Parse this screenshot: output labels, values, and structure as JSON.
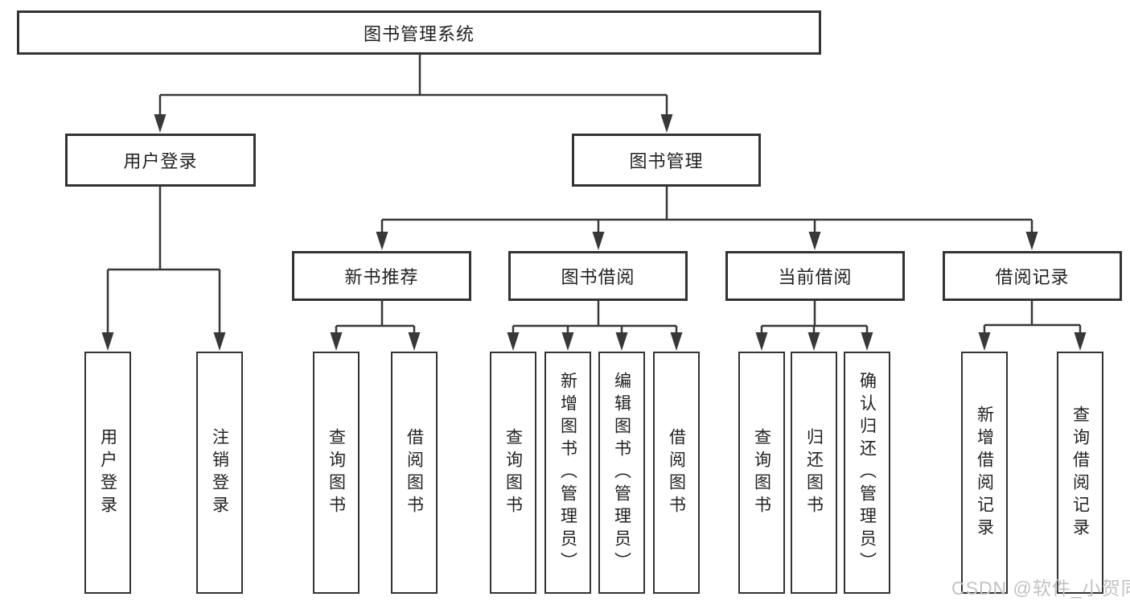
{
  "tree": {
    "root": {
      "label": "图书管理系统"
    },
    "branches": [
      {
        "label": "用户登录",
        "children": [
          {
            "label": "用户登录"
          },
          {
            "label": "注销登录"
          }
        ]
      },
      {
        "label": "图书管理",
        "children": [
          {
            "label": "新书推荐",
            "children": [
              {
                "label": "查询图书"
              },
              {
                "label": "借阅图书"
              }
            ]
          },
          {
            "label": "图书借阅",
            "children": [
              {
                "label": "查询图书"
              },
              {
                "label": "新增图书（管理员）"
              },
              {
                "label": "编辑图书（管理员）"
              },
              {
                "label": "借阅图书"
              }
            ]
          },
          {
            "label": "当前借阅",
            "children": [
              {
                "label": "查询图书"
              },
              {
                "label": "归还图书"
              },
              {
                "label": "确认归还（管理员）"
              }
            ]
          },
          {
            "label": "借阅记录",
            "children": [
              {
                "label": "新增借阅记录"
              },
              {
                "label": "查询借阅记录"
              }
            ]
          }
        ]
      }
    ]
  },
  "watermark": {
    "text": "CSDN @软件_小贺同学"
  },
  "colors": {
    "line": "#383838",
    "border": "#333333",
    "text": "#222222",
    "watermark": "#c2c2c2",
    "background": "#ffffff"
  }
}
